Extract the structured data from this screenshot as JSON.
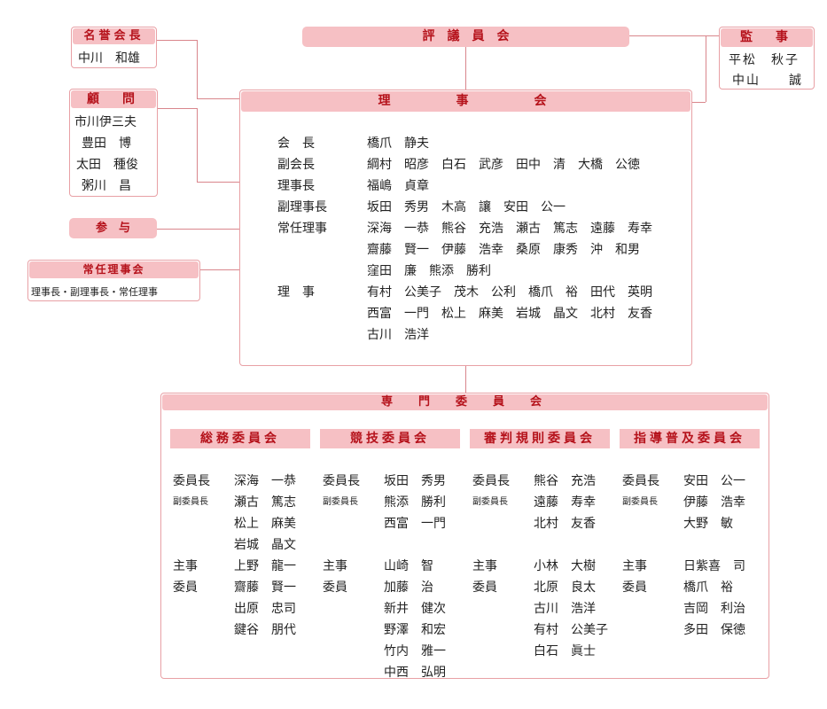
{
  "meiyo": {
    "title": "名誉会長",
    "members": [
      "中川　和雄"
    ]
  },
  "hyogi": {
    "title": "評　議　員　会"
  },
  "kanji": {
    "title": "監　事",
    "members": [
      "平松　秋子",
      "中山　　誠"
    ]
  },
  "komon": {
    "title": "顧　問",
    "members": [
      "市川伊三夫",
      "豊田　博",
      "太田　種俊",
      "粥川　昌"
    ]
  },
  "sanyo": {
    "title": "参　与"
  },
  "joninriji": {
    "title": "常任理事会",
    "desc": "理事長・副理事長・常任理事"
  },
  "rijikai": {
    "title": "理　　　事　　　会",
    "rows": [
      {
        "role": "会　長",
        "names": "橋爪　静夫"
      },
      {
        "role": "副会長",
        "names": "綱村　昭彦　白石　武彦　田中　清　大橋　公徳"
      },
      {
        "role": "理事長",
        "names": "福嶋　貞章"
      },
      {
        "role": "副理事長",
        "names": "坂田　秀男　木高　讓　安田　公一"
      },
      {
        "role": "常任理事",
        "names": "深海　一恭　熊谷　充浩　瀬古　篤志　遠藤　寿幸"
      },
      {
        "role": "",
        "names": "齋藤　賢一　伊藤　浩幸　桑原　康秀　沖　和男"
      },
      {
        "role": "",
        "names": "窪田　廉　熊添　勝利"
      },
      {
        "role": "理　事",
        "names": "有村　公美子　茂木　公利　橋爪　裕　田代　英明"
      },
      {
        "role": "",
        "names": "西富　一門　松上　麻美　岩城　晶文　北村　友香"
      },
      {
        "role": "",
        "names": "古川　浩洋"
      }
    ]
  },
  "senmon": {
    "title": "専　門　委　員　会",
    "committees": [
      {
        "title": "総務委員会",
        "rows": [
          {
            "role": "委員長",
            "name": "深海　一恭"
          },
          {
            "role": "副委員長",
            "name": "瀬古　篤志"
          },
          {
            "role": "",
            "name": "松上　麻美"
          },
          {
            "role": "",
            "name": "岩城　晶文"
          },
          {
            "role": "主事",
            "name": "上野　龍一"
          },
          {
            "role": "委員",
            "name": "齋藤　賢一"
          },
          {
            "role": "",
            "name": "出原　忠司"
          },
          {
            "role": "",
            "name": "鍵谷　朋代"
          }
        ]
      },
      {
        "title": "競技委員会",
        "rows": [
          {
            "role": "委員長",
            "name": "坂田　秀男"
          },
          {
            "role": "副委員長",
            "name": "熊添　勝利"
          },
          {
            "role": "",
            "name": "西富　一門"
          },
          {
            "role": "",
            "name": ""
          },
          {
            "role": "主事",
            "name": "山崎　智"
          },
          {
            "role": "委員",
            "name": "加藤　治"
          },
          {
            "role": "",
            "name": "新井　健次"
          },
          {
            "role": "",
            "name": "野澤　和宏"
          },
          {
            "role": "",
            "name": "竹内　雅一"
          },
          {
            "role": "",
            "name": "中西　弘明"
          }
        ]
      },
      {
        "title": "審判規則委員会",
        "rows": [
          {
            "role": "委員長",
            "name": "熊谷　充浩"
          },
          {
            "role": "副委員長",
            "name": "遠藤　寿幸"
          },
          {
            "role": "",
            "name": "北村　友香"
          },
          {
            "role": "",
            "name": ""
          },
          {
            "role": "主事",
            "name": "小林　大樹"
          },
          {
            "role": "委員",
            "name": "北原　良太"
          },
          {
            "role": "",
            "name": "古川　浩洋"
          },
          {
            "role": "",
            "name": "有村　公美子"
          },
          {
            "role": "",
            "name": "白石　眞士"
          }
        ]
      },
      {
        "title": "指導普及委員会",
        "rows": [
          {
            "role": "委員長",
            "name": "安田　公一"
          },
          {
            "role": "副委員長",
            "name": "伊藤　浩幸"
          },
          {
            "role": "",
            "name": "大野　敏"
          },
          {
            "role": "",
            "name": ""
          },
          {
            "role": "主事",
            "name": "日紫喜　司"
          },
          {
            "role": "委員",
            "name": "橋爪　裕"
          },
          {
            "role": "",
            "name": "吉岡　利治"
          },
          {
            "role": "",
            "name": "多田　保徳"
          }
        ]
      }
    ]
  }
}
